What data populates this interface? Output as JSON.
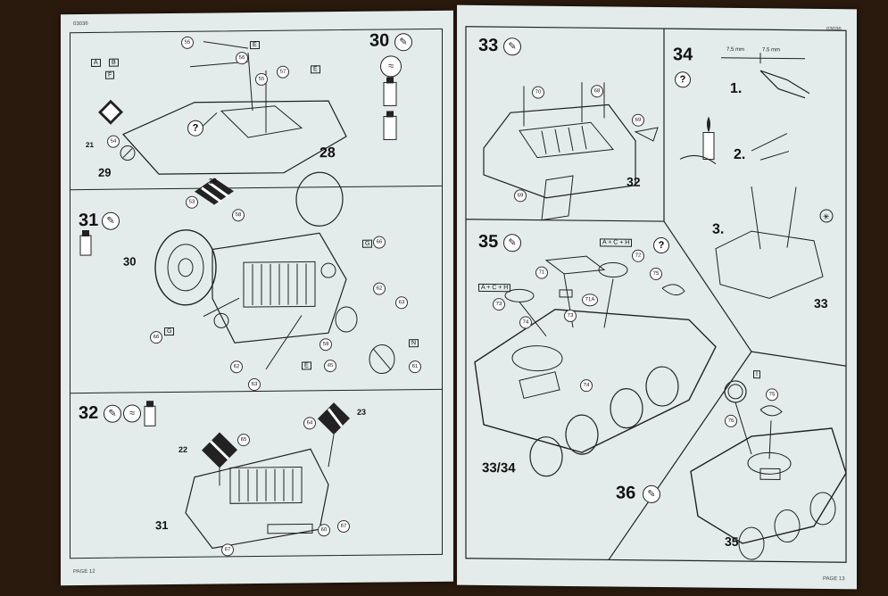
{
  "left_page": {
    "code": "03036",
    "page_label": "PAGE 12",
    "steps": [
      {
        "number": "30",
        "assembly_number": "28"
      },
      {
        "number": "31",
        "assembly_number": "30"
      },
      {
        "number": "32",
        "assembly_number": "31"
      }
    ],
    "step30_parts": [
      "55",
      "56",
      "55",
      "57",
      "21",
      "54",
      "29",
      "53",
      "20"
    ],
    "step31_parts": [
      "58",
      "66",
      "66",
      "62",
      "63",
      "59",
      "45",
      "61",
      "62",
      "63"
    ],
    "step32_parts": [
      "22",
      "65",
      "64",
      "23",
      "60",
      "67",
      "67"
    ],
    "decal_labels": [
      "A",
      "B",
      "F",
      "E",
      "E",
      "G",
      "G",
      "E",
      "N"
    ]
  },
  "right_page": {
    "code": "03036",
    "page_label": "PAGE 13",
    "steps": [
      {
        "number": "33",
        "assembly_number": "32"
      },
      {
        "number": "34"
      },
      {
        "number": "35",
        "assembly_number": "33/34"
      },
      {
        "number": "36",
        "assembly_number": "35"
      }
    ],
    "step33_parts": [
      "70",
      "68",
      "69",
      "69"
    ],
    "step34_numbers": [
      "1.",
      "2.",
      "3."
    ],
    "step34_assembly": "33",
    "step34_measure": [
      "7,5 mm",
      "7,5 mm"
    ],
    "step35_parts": [
      "71",
      "72",
      "73",
      "74",
      "71A",
      "75",
      "73",
      "74"
    ],
    "step35_decals": [
      "A + C + H",
      "A + C + H"
    ],
    "step36_parts": [
      "76",
      "75"
    ],
    "step36_decal": "I"
  }
}
